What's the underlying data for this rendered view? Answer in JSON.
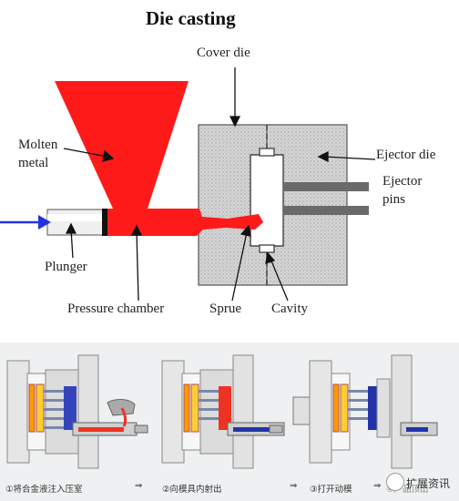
{
  "title": "Die casting",
  "labels": {
    "cover_die": "Cover die",
    "ejector_die": "Ejector die",
    "ejector_pins": [
      "Ejector",
      "pins"
    ],
    "molten_metal": [
      "Molten",
      "metal"
    ],
    "plunger": "Plunger",
    "pressure_chamber": "Pressure chamber",
    "sprue": "Sprue",
    "cavity": "Cavity"
  },
  "steps": [
    "①将合金液注入压室",
    "②向模具内射出",
    "③打开动模",
    "④产品顶出"
  ],
  "step_arrow": "⇒",
  "watermark": "扩展资讯",
  "colors": {
    "molten": "#ff1a1a",
    "die_fill": "#d8d8d8",
    "arrow_blue": "#2233dd",
    "pin_gray": "#666666"
  }
}
